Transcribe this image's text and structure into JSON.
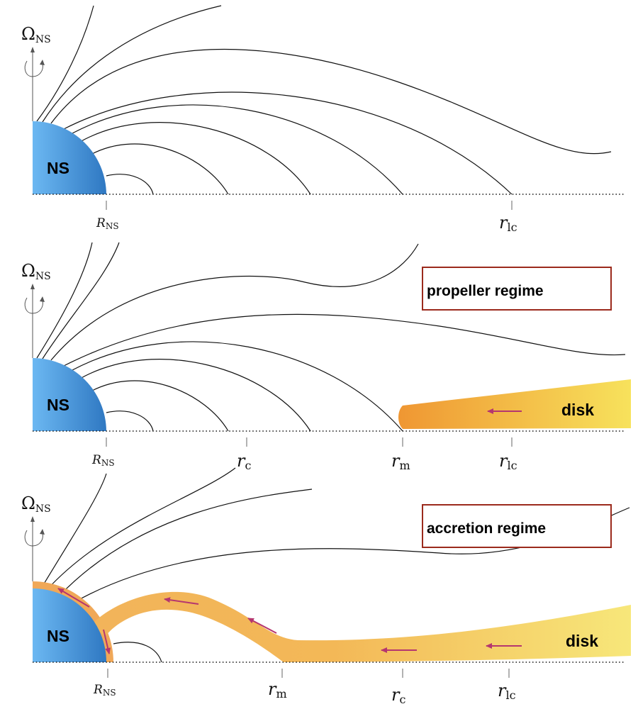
{
  "colors": {
    "ns_light": "#6cb8f2",
    "ns_dark": "#2f78c2",
    "disk_orange": "#ef9632",
    "disk_yellow": "#f7e25c",
    "flow_stream": "#f2b45a",
    "arrow": "#b5366f",
    "box_border": "#9b2a1c"
  },
  "panels": [
    {
      "id": "top",
      "spin_label": "Ω",
      "spin_sub": "NS",
      "star_label": "NS",
      "radii": [
        {
          "sym": "R",
          "sub": "NS"
        },
        {
          "sym": "r",
          "sub": "lc"
        }
      ]
    },
    {
      "id": "propeller",
      "spin_label": "Ω",
      "spin_sub": "NS",
      "star_label": "NS",
      "regime_label": "propeller regime",
      "disk_label": "disk",
      "radii": [
        {
          "sym": "R",
          "sub": "NS"
        },
        {
          "sym": "r",
          "sub": "c"
        },
        {
          "sym": "r",
          "sub": "m"
        },
        {
          "sym": "r",
          "sub": "lc"
        }
      ]
    },
    {
      "id": "accretion",
      "spin_label": "Ω",
      "spin_sub": "NS",
      "star_label": "NS",
      "regime_label": "accretion regime",
      "disk_label": "disk",
      "radii": [
        {
          "sym": "R",
          "sub": "NS"
        },
        {
          "sym": "r",
          "sub": "m"
        },
        {
          "sym": "r",
          "sub": "c"
        },
        {
          "sym": "r",
          "sub": "lc"
        }
      ]
    }
  ]
}
